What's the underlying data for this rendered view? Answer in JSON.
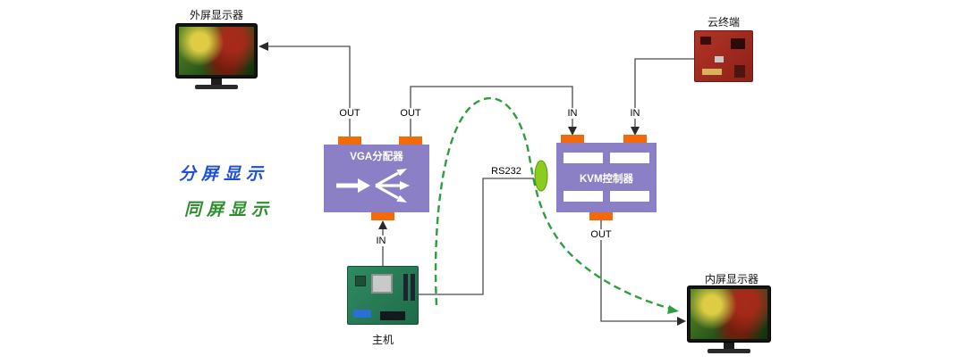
{
  "nodes": {
    "external_monitor": {
      "label": "外屏显示器"
    },
    "cloud_terminal": {
      "label": "云终端"
    },
    "host": {
      "label": "主机"
    },
    "internal_monitor": {
      "label": "内屏显示器"
    },
    "vga_splitter": {
      "label": "VGA分配器"
    },
    "kvm_controller": {
      "label": "KVM控制器"
    }
  },
  "ports": {
    "vga_out_left": "OUT",
    "vga_out_right": "OUT",
    "vga_in": "IN",
    "kvm_in_left": "IN",
    "kvm_in_right": "IN",
    "kvm_out": "OUT"
  },
  "connections": {
    "rs232_label": "RS232"
  },
  "legend": {
    "split_screen": "分屏显示",
    "same_screen": "同屏显示"
  },
  "colors": {
    "device_box": "#8b7fc6",
    "port_tab": "#f26a0a",
    "split_screen_text": "#1e4fd6",
    "same_screen_text": "#2f8f2f",
    "same_screen_path": "#2e9e3e",
    "rs232_node_fill": "#8ccc1e",
    "rs232_node_stroke": "#5a9a10",
    "connector_line": "#4a4a4a"
  }
}
